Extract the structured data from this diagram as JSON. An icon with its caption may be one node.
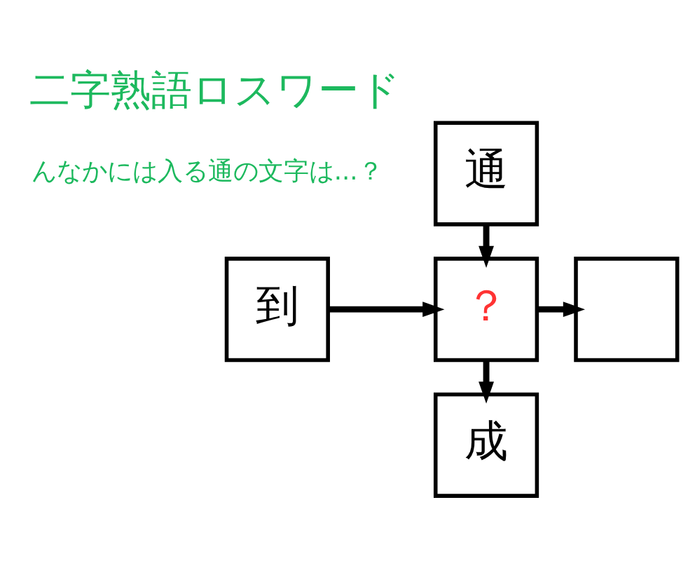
{
  "diagram": {
    "title": "二字熟語ロスワード",
    "nodes": [
      {
        "text": [
          "通"
        ]
      },
      {
        "text": [
          "到"
        ]
      },
      {
        "text": [
          "？"
        ]
      },
      {
        "text": [],
        "shape": "box"
      },
      {
        "text": [
          "成"
        ]
      }
    ],
    "edges": [
      {
        "from": 0,
        "to": 2,
        "arrow": "to"
      },
      {
        "from": 1,
        "to": 2,
        "arrow": "to"
      },
      {
        "from": 2,
        "to": 3,
        "arrow": "to"
      },
      {
        "from": 2,
        "to": 4,
        "arrow": "to"
      }
    ],
    "labels": [
      "んなかには入る通の文字は...？"
    ]
  }
}
